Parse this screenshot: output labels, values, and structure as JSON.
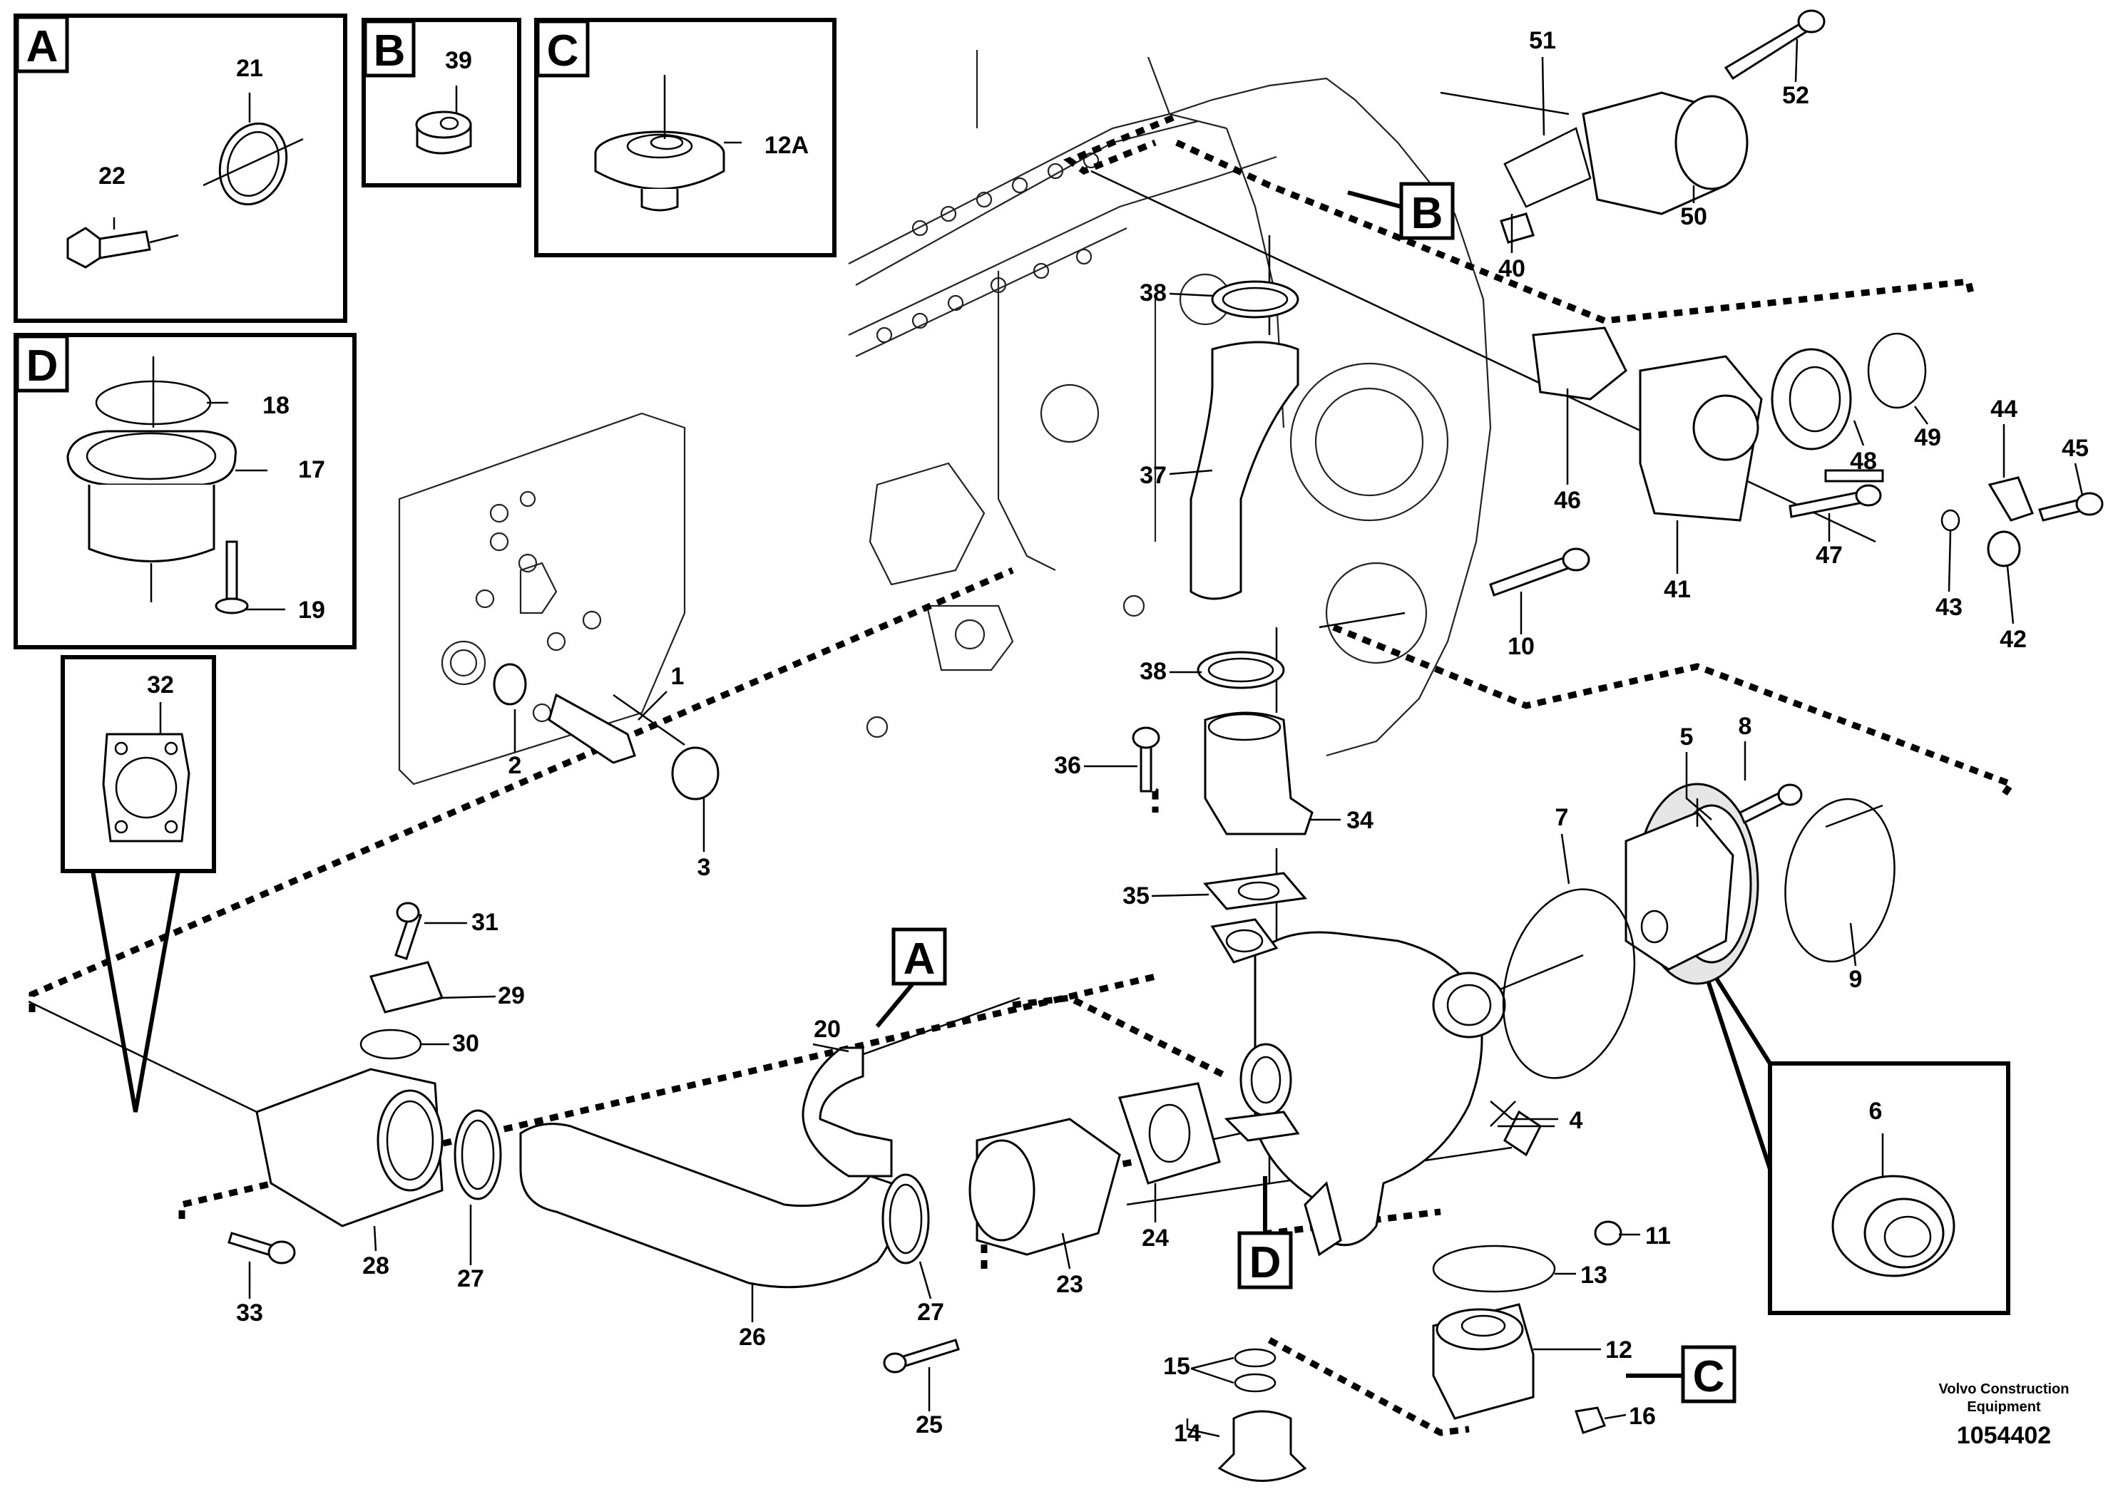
{
  "inset_letters": [
    "A",
    "B",
    "C",
    "D"
  ],
  "part_numbers": [
    "1",
    "2",
    "3",
    "4",
    "5",
    "6",
    "7",
    "8",
    "9",
    "10",
    "11",
    "12",
    "12A",
    "13",
    "14",
    "15",
    "16",
    "17",
    "18",
    "19",
    "20",
    "21",
    "22",
    "23",
    "24",
    "25",
    "26",
    "27",
    "28",
    "29",
    "30",
    "31",
    "32",
    "33",
    "34",
    "35",
    "36",
    "37",
    "38",
    "39",
    "40",
    "41",
    "42",
    "43",
    "44",
    "45",
    "46",
    "47",
    "48",
    "49",
    "50",
    "51",
    "52"
  ],
  "publisher": {
    "line1": "Volvo Construction",
    "line2": "Equipment"
  },
  "drawing_number": "1054402"
}
